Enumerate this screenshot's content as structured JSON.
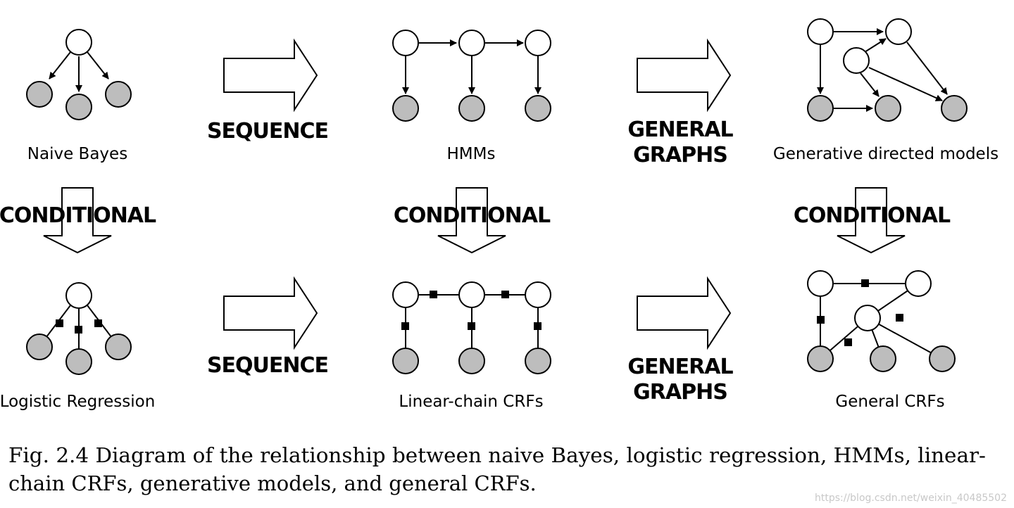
{
  "labels": {
    "naive_bayes": "Naive Bayes",
    "hmms": "HMMs",
    "generative_directed": "Generative directed models",
    "logistic_regression": "Logistic Regression",
    "linear_chain_crfs": "Linear-chain CRFs",
    "general_crfs": "General CRFs"
  },
  "transforms": {
    "sequence": "SEQUENCE",
    "general_line1": "GENERAL",
    "general_line2": "GRAPHS",
    "conditional": "CONDITIONAL"
  },
  "caption": {
    "line1": "Fig. 2.4  Diagram of the relationship between naive Bayes, logistic regression, HMMs, linear-",
    "line2": "chain CRFs, generative models, and general CRFs."
  },
  "watermark": "https://blog.csdn.net/weixin_40485502",
  "colors": {
    "observed_node": "#bdbdbd",
    "hidden_node": "#ffffff",
    "ink": "#000000"
  }
}
